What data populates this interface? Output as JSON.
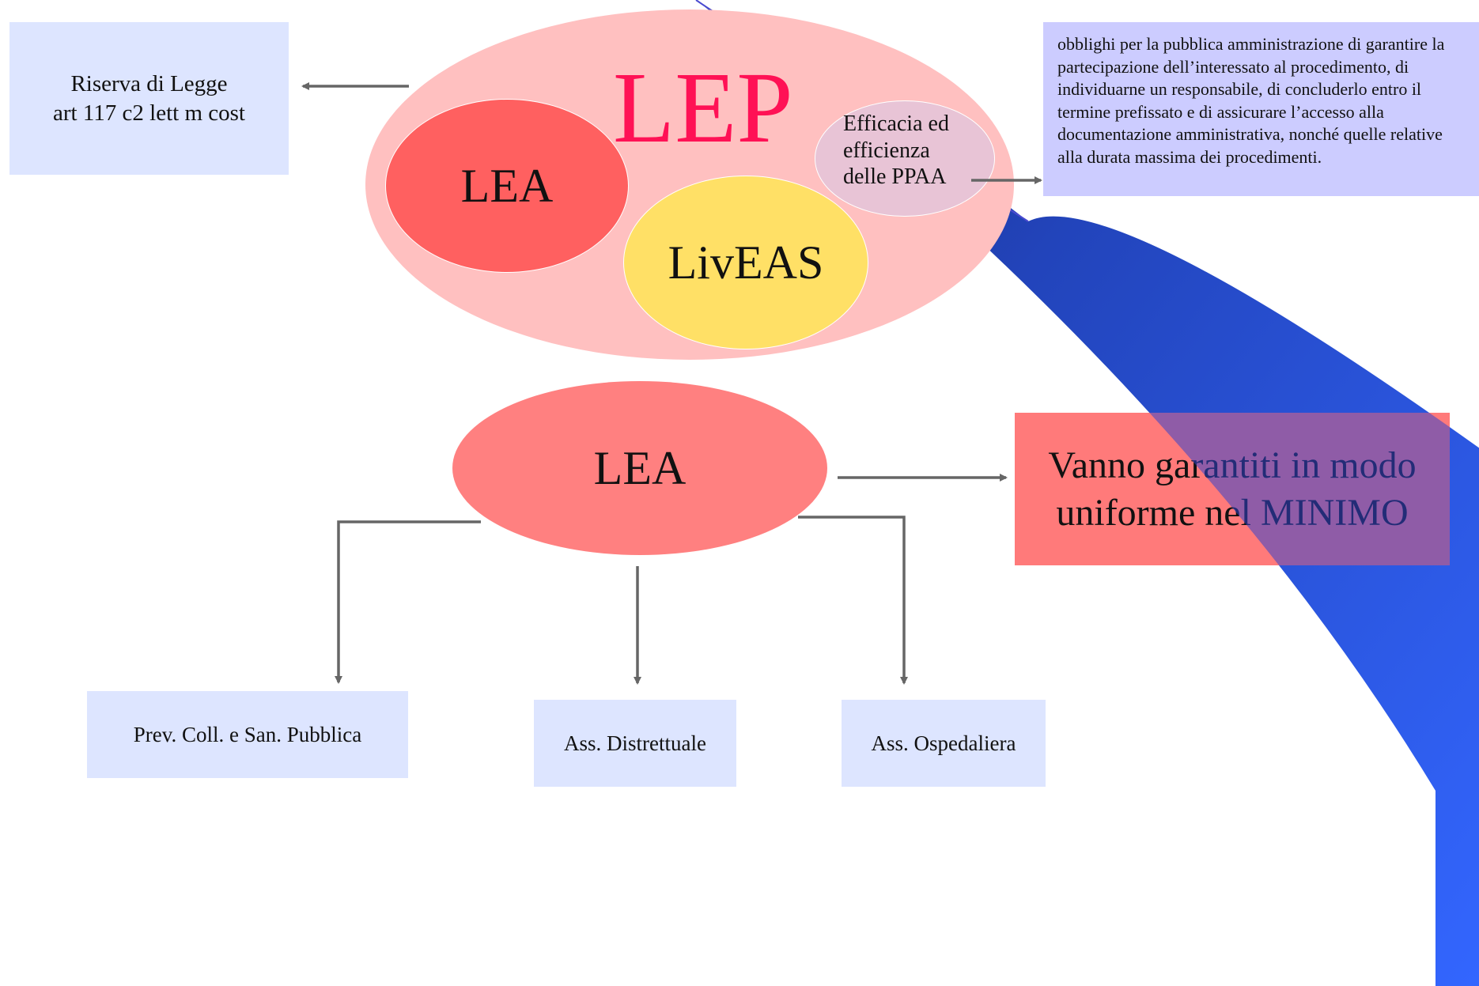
{
  "diagram": {
    "colors": {
      "lep_ellipse": "#ffc0c0",
      "lep_title": "#ff1155",
      "lea_inner": "#ff6060",
      "liveas": "#ffe066",
      "efficacia": "#e8c4d6",
      "lea_main": "#ff8080",
      "box_light": "#dde5ff",
      "obblighi_box": "#ccccff",
      "vanno_box": "#ff7a7a",
      "blue_sweep": "#3366ff",
      "arrow": "#666666"
    },
    "riserva": {
      "text": "Riserva di Legge\nart 117 c2 lett m cost"
    },
    "lep": {
      "title": "LEP",
      "lea_label": "LEA",
      "liveas_label": "LivEAS",
      "efficacia_label": "Efficacia ed\nefficienza\ndelle PPAA"
    },
    "obblighi": {
      "text": "obblighi per la pubblica amministrazione di garantire la partecipazione dell’interessato al procedimento, di individuarne un responsabile, di concluderlo entro il termine prefissato e di assicurare l’accesso alla documentazione amministrativa, nonché quelle relative alla durata massima dei procedimenti."
    },
    "lea_main": {
      "label": "LEA"
    },
    "vanno": {
      "text": "Vanno garantiti in  modo\nuniforme nel MINIMO"
    },
    "leaves": {
      "prev": "Prev. Coll. e San. Pubblica",
      "distrettuale": "Ass. Distrettuale",
      "ospedaliera": "Ass. Ospedaliera"
    }
  }
}
